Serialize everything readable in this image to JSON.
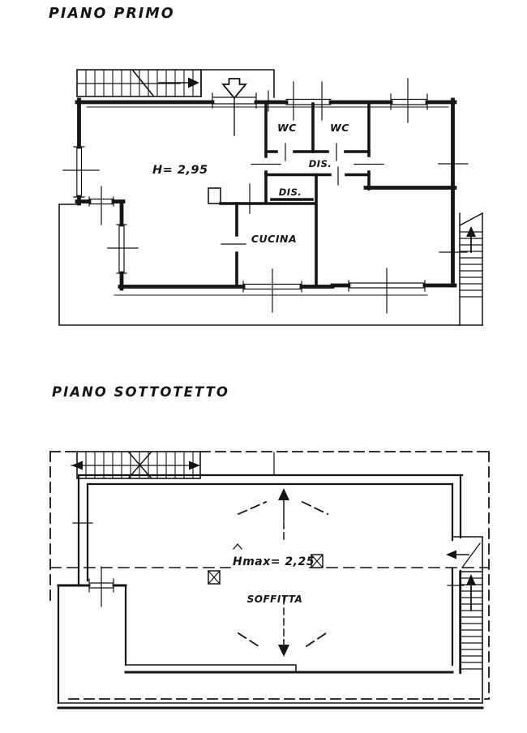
{
  "document": {
    "type": "scanned cadastral floor plan",
    "background": "#fdfdfb",
    "ink": "#151515"
  },
  "floor1": {
    "title": "PIANO PRIMO",
    "height_label": "H= 2,95",
    "rooms": {
      "wc_left": "WC",
      "wc_right": "WC",
      "hall_upper": "DIS.",
      "hall_lower": "DIS.",
      "kitchen": "CUCINA"
    }
  },
  "floor2": {
    "title": "PIANO SOTTOTETTO",
    "height_label": "Hmax= 2,25",
    "rooms": {
      "attic": "SOFFITTA"
    }
  }
}
